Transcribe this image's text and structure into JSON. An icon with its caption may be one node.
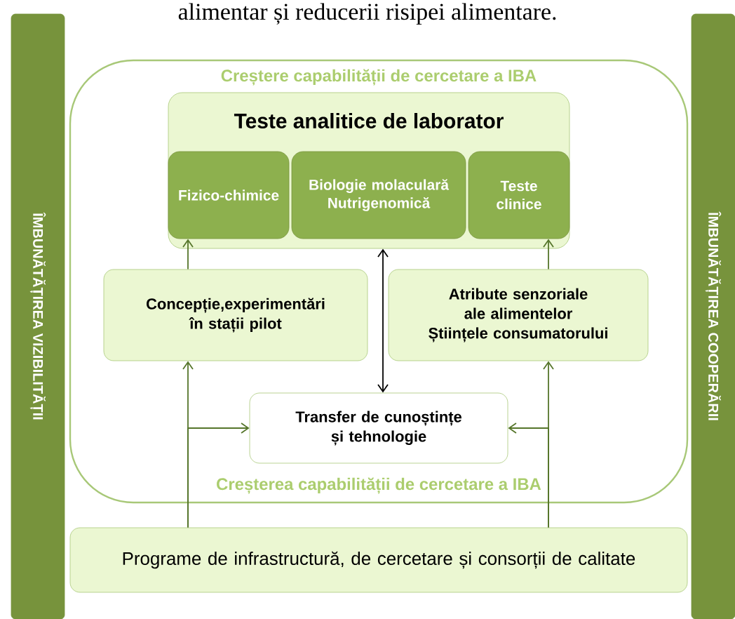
{
  "diagram": {
    "nodes": [
      {
        "text": [
          "ÎMBUNĂTĂȚIREA VIZIBILITĂȚII"
        ]
      },
      {
        "text": [
          "ÎMBUNĂTĂȚIREA COOPERĂRII"
        ]
      },
      {
        "text": [
          "Creștere capabilității de cercetare a IBA",
          "Creșterea capabilității de cercetare a IBA"
        ]
      },
      {
        "text": [
          "Teste analitice de laborator"
        ],
        "in": 2
      },
      {
        "text": [
          "Fizico-chimice"
        ],
        "in": 3
      },
      {
        "text": [
          "Biologie molaculară Nutrigenomică"
        ],
        "in": 3
      },
      {
        "text": [
          "Teste clinice"
        ],
        "in": 3
      },
      {
        "text": [
          "Concepție,experimentări în stații pilot"
        ],
        "in": 2
      },
      {
        "text": [
          "Atribute senzoriale ale alimentelor",
          "Științele consumatorului"
        ],
        "in": 2
      },
      {
        "text": [
          "Transfer de cunoștințe și tehnologie"
        ],
        "in": 2
      },
      {
        "text": [
          "Programe de infrastructură, de cercetare și consorții de calitate"
        ]
      }
    ],
    "edges": [
      {
        "from": 10,
        "to": 7,
        "arrow": "to"
      },
      {
        "from": 7,
        "to": 4,
        "arrow": "to"
      },
      {
        "from": 10,
        "to": 8,
        "arrow": "to"
      },
      {
        "from": 8,
        "to": 6,
        "arrow": "to"
      },
      {
        "from": 10,
        "to": 9,
        "arrow": "to"
      },
      {
        "from": 10,
        "to": 9,
        "arrow": "to"
      },
      {
        "from": 9,
        "to": 3,
        "arrow": "both",
        "color": "#000000"
      }
    ],
    "labels": [
      "alimentar și reducerii risipei alimentare."
    ]
  }
}
